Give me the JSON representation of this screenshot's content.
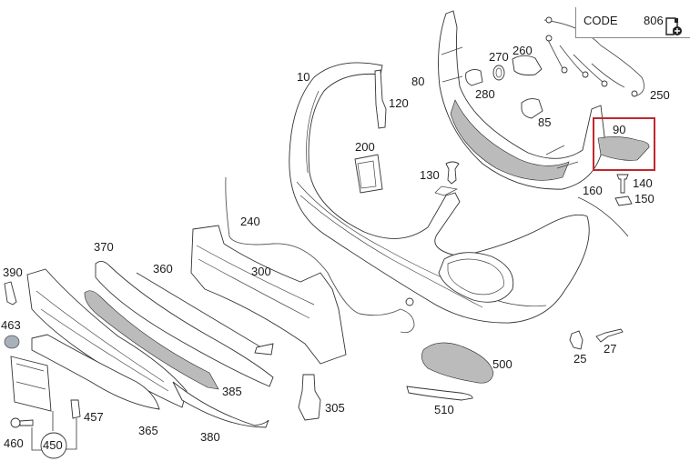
{
  "header": {
    "code_label": "CODE",
    "code_value": "806",
    "code_icon": "document-add-icon"
  },
  "highlight": {
    "part_number": "90",
    "color": "#c0282e"
  },
  "callouts": [
    {
      "id": "10",
      "text": "10"
    },
    {
      "id": "80",
      "text": "80"
    },
    {
      "id": "120",
      "text": "120"
    },
    {
      "id": "270",
      "text": "270"
    },
    {
      "id": "260",
      "text": "260"
    },
    {
      "id": "280",
      "text": "280"
    },
    {
      "id": "85",
      "text": "85"
    },
    {
      "id": "250",
      "text": "250"
    },
    {
      "id": "90",
      "text": "90"
    },
    {
      "id": "200",
      "text": "200"
    },
    {
      "id": "130",
      "text": "130"
    },
    {
      "id": "140",
      "text": "140"
    },
    {
      "id": "150",
      "text": "150"
    },
    {
      "id": "160",
      "text": "160"
    },
    {
      "id": "240",
      "text": "240"
    },
    {
      "id": "370",
      "text": "370"
    },
    {
      "id": "360",
      "text": "360"
    },
    {
      "id": "300",
      "text": "300"
    },
    {
      "id": "390",
      "text": "390"
    },
    {
      "id": "463",
      "text": "463"
    },
    {
      "id": "385",
      "text": "385"
    },
    {
      "id": "305",
      "text": "305"
    },
    {
      "id": "457",
      "text": "457"
    },
    {
      "id": "365",
      "text": "365"
    },
    {
      "id": "460",
      "text": "460"
    },
    {
      "id": "450",
      "text": "450"
    },
    {
      "id": "380",
      "text": "380"
    },
    {
      "id": "500",
      "text": "500"
    },
    {
      "id": "510",
      "text": "510"
    },
    {
      "id": "25",
      "text": "25"
    },
    {
      "id": "27",
      "text": "27"
    }
  ]
}
